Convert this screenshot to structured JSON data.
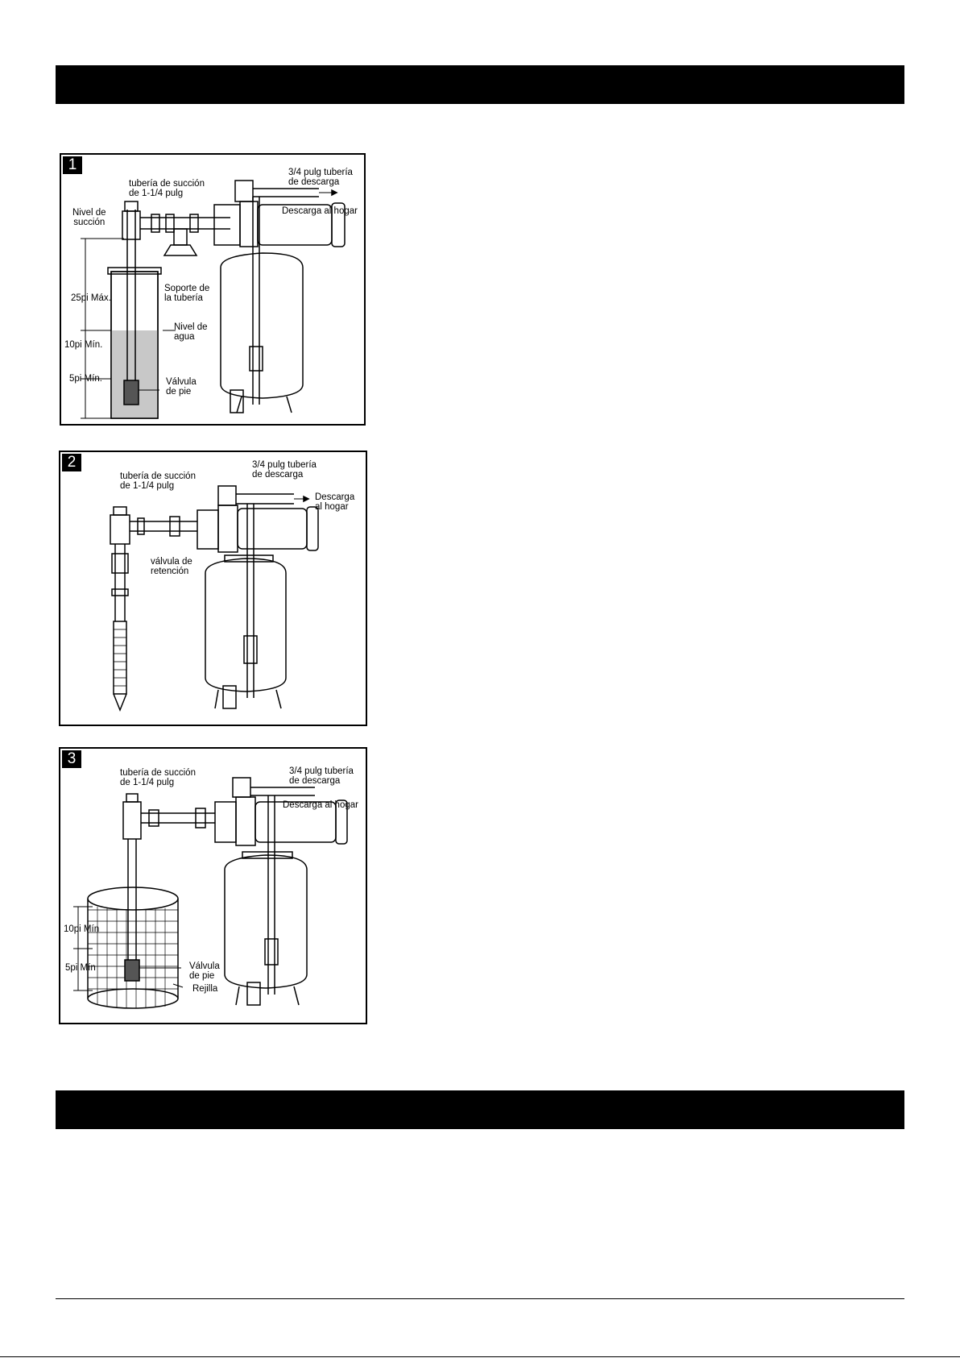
{
  "figures": [
    {
      "number": "1",
      "labels": {
        "suction_pipe": "tubería de succión\nde 1-1/4 pulg",
        "discharge_pipe": "3/4 pulg tubería\nde descarga",
        "discharge_home": "Descarga al hogar",
        "suction_level": "Nivel de\nsucción",
        "pipe_support": "Soporte de\nla tubería",
        "max_depth": "25pi Máx.",
        "water_level": "Nivel de\nagua",
        "min_10": "10pi Mín.",
        "min_5": "5pi Mín.",
        "foot_valve": "Válvula\nde pie"
      }
    },
    {
      "number": "2",
      "labels": {
        "suction_pipe": "tubería de succión\nde 1-1/4 pulg",
        "discharge_pipe": "3/4 pulg tubería\nde descarga",
        "discharge_home": "Descarga\nal hogar",
        "check_valve": "válvula de\nretención"
      }
    },
    {
      "number": "3",
      "labels": {
        "suction_pipe": "tubería de succión\nde 1-1/4 pulg",
        "discharge_pipe": "3/4 pulg tubería\nde descarga",
        "discharge_home": "Descarga al hogar",
        "min_10": "10pi Mín",
        "min_5": "5pi Mín",
        "foot_valve": "Válvula\nde pie",
        "screen": "Rejilla"
      }
    }
  ]
}
